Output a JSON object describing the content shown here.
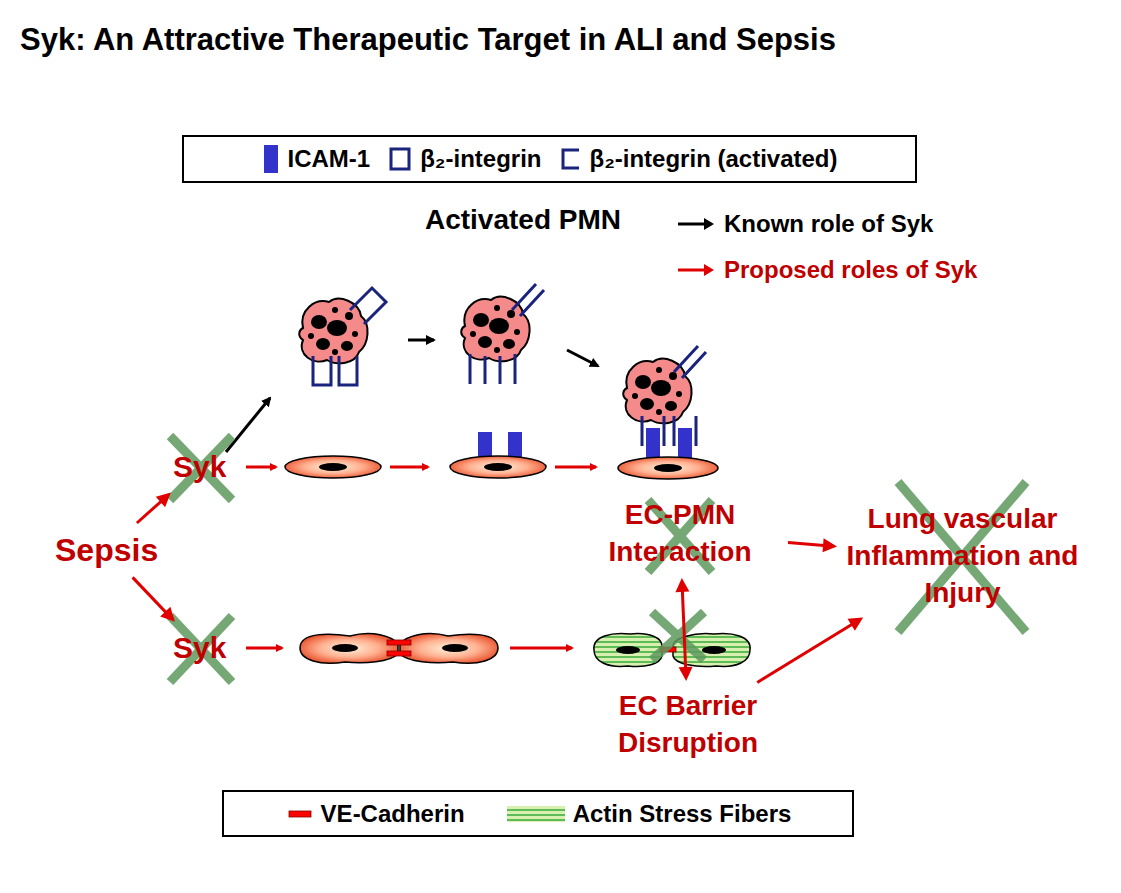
{
  "diagram": {
    "title": "Syk:  An Attractive Therapeutic Target in ALI and Sepsis",
    "nodes": [
      {
        "text": [
          "Sepsis"
        ]
      },
      {
        "text": [
          "Syk"
        ]
      },
      {
        "text": [
          "Syk"
        ]
      },
      {
        "text": [
          "EC-PMN Interaction"
        ]
      },
      {
        "text": [
          "EC Barrier Disruption"
        ]
      },
      {
        "text": [
          "Lung vascular Inflammation and Injury"
        ]
      }
    ],
    "edges": [
      {
        "from": 0,
        "to": 1,
        "arrow": "to"
      },
      {
        "from": 0,
        "to": 2,
        "arrow": "to"
      },
      {
        "from": 3,
        "to": 4,
        "arrow": "both"
      },
      {
        "from": 3,
        "to": 5,
        "arrow": "to"
      },
      {
        "from": 4,
        "to": 5,
        "arrow": "to"
      }
    ],
    "labels": [
      "Activated PMN"
    ],
    "legend": [
      {
        "text": "ICAM-1",
        "color": "#3333cc"
      },
      {
        "text": "β₂-integrin"
      },
      {
        "text": "β₂-integrin (activated)"
      },
      {
        "text": "Known role of Syk"
      },
      {
        "text": "Proposed roles of Syk"
      },
      {
        "text": "VE-Cadherin",
        "color": "#ff0000"
      },
      {
        "text": "Actin Stress Fibers"
      }
    ]
  }
}
